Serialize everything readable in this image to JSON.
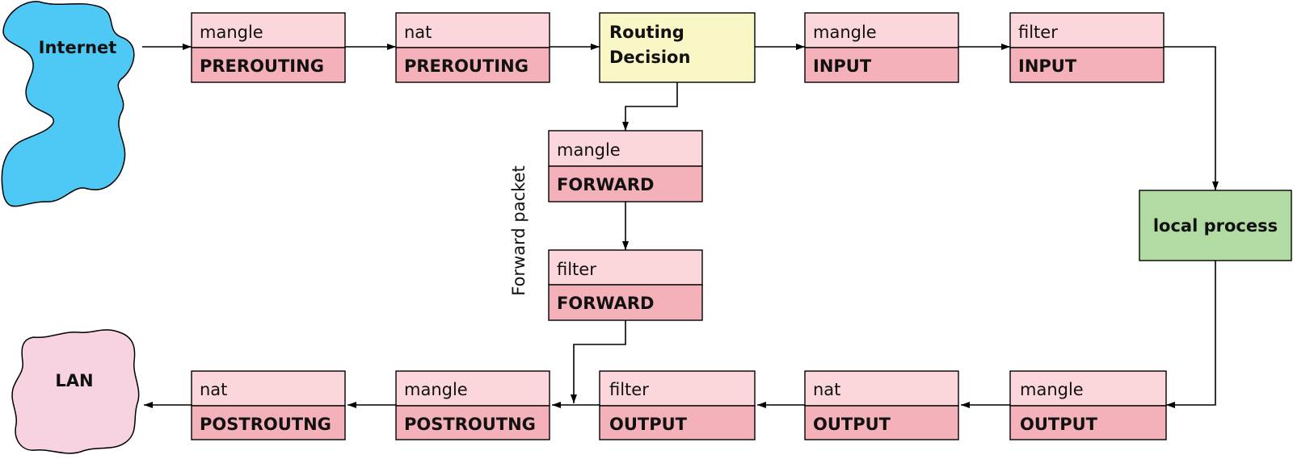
{
  "colors": {
    "table_fill": "#fbd7dc",
    "chain_fill": "#f5b1b9",
    "routing_fill": "#f9f7c6",
    "process_fill": "#b1dba2",
    "internet_fill": "#4ec8f4",
    "lan_fill": "#f7d2e1",
    "stroke": "#000000"
  },
  "clouds": {
    "internet": "Internet",
    "lan": "LAN"
  },
  "stages": {
    "mangle_prerouting": {
      "table": "mangle",
      "chain": "PREROUTING"
    },
    "nat_prerouting": {
      "table": "nat",
      "chain": "PREROUTING"
    },
    "mangle_input": {
      "table": "mangle",
      "chain": "INPUT"
    },
    "filter_input": {
      "table": "filter",
      "chain": "INPUT"
    },
    "mangle_forward": {
      "table": "mangle",
      "chain": "FORWARD"
    },
    "filter_forward": {
      "table": "filter",
      "chain": "FORWARD"
    },
    "nat_postrouting": {
      "table": "nat",
      "chain": "POSTROUTNG"
    },
    "mangle_postrouting": {
      "table": "mangle",
      "chain": "POSTROUTNG"
    },
    "filter_output": {
      "table": "filter",
      "chain": "OUTPUT"
    },
    "nat_output": {
      "table": "nat",
      "chain": "OUTPUT"
    },
    "mangle_output": {
      "table": "mangle",
      "chain": "OUTPUT"
    }
  },
  "routing_decision": {
    "line1": "Routing",
    "line2": "Decision"
  },
  "local_process": "local process",
  "forward_packet_label": "Forward packet"
}
